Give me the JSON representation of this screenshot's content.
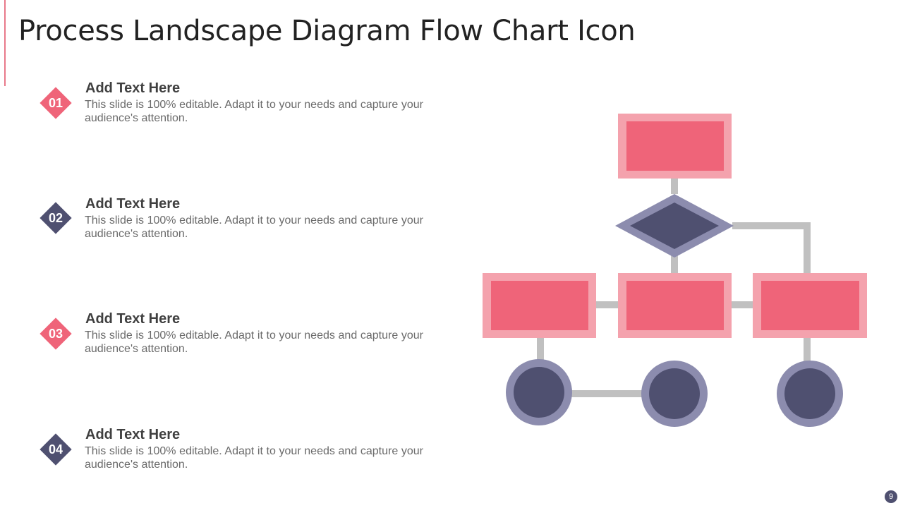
{
  "slide": {
    "title": "Process Landscape Diagram Flow Chart Icon",
    "page_number": "9"
  },
  "items": [
    {
      "number": "01",
      "title": "Add Text Here",
      "description": "This slide is 100% editable. Adapt it to your needs and capture your audience's attention.",
      "color": "#ef6479"
    },
    {
      "number": "02",
      "title": "Add Text Here",
      "description": "This slide is 100% editable. Adapt it to your needs and capture your audience's attention.",
      "color": "#4f5070"
    },
    {
      "number": "03",
      "title": "Add Text Here",
      "description": "This slide is 100% editable. Adapt it to your needs and capture your audience's attention.",
      "color": "#ef6479"
    },
    {
      "number": "04",
      "title": "Add Text Here",
      "description": "This slide is 100% editable. Adapt it to your needs and capture your audience's attention.",
      "color": "#4f5070"
    }
  ],
  "colors": {
    "accent_pink": "#ef6479",
    "pink_border": "#f4a2ad",
    "navy": "#4f5070",
    "navy_border": "#8c8cae",
    "connector": "#c0c0c0",
    "title_text": "#222222",
    "body_text": "#6a6a6a"
  },
  "icons": {
    "badge_shape": "diamond",
    "flowchart_nodes": [
      "rectangle",
      "diamond",
      "rectangle",
      "rectangle",
      "rectangle",
      "circle",
      "circle",
      "circle"
    ]
  }
}
